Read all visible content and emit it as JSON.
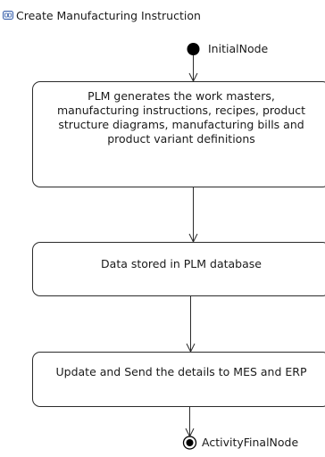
{
  "title": "Create Manufacturing Instruction",
  "title_icon": "activity-diagram-icon",
  "nodes": {
    "initial": {
      "label": "InitialNode"
    },
    "final": {
      "label": "ActivityFinalNode"
    }
  },
  "actions": [
    {
      "text": "PLM generates the work masters,\nmanufacturing instructions, recipes, product\nstructure diagrams, manufacturing bills and\nproduct variant definitions"
    },
    {
      "text": "Data stored in PLM database"
    },
    {
      "text": "Update and Send the details to MES and ERP"
    }
  ]
}
